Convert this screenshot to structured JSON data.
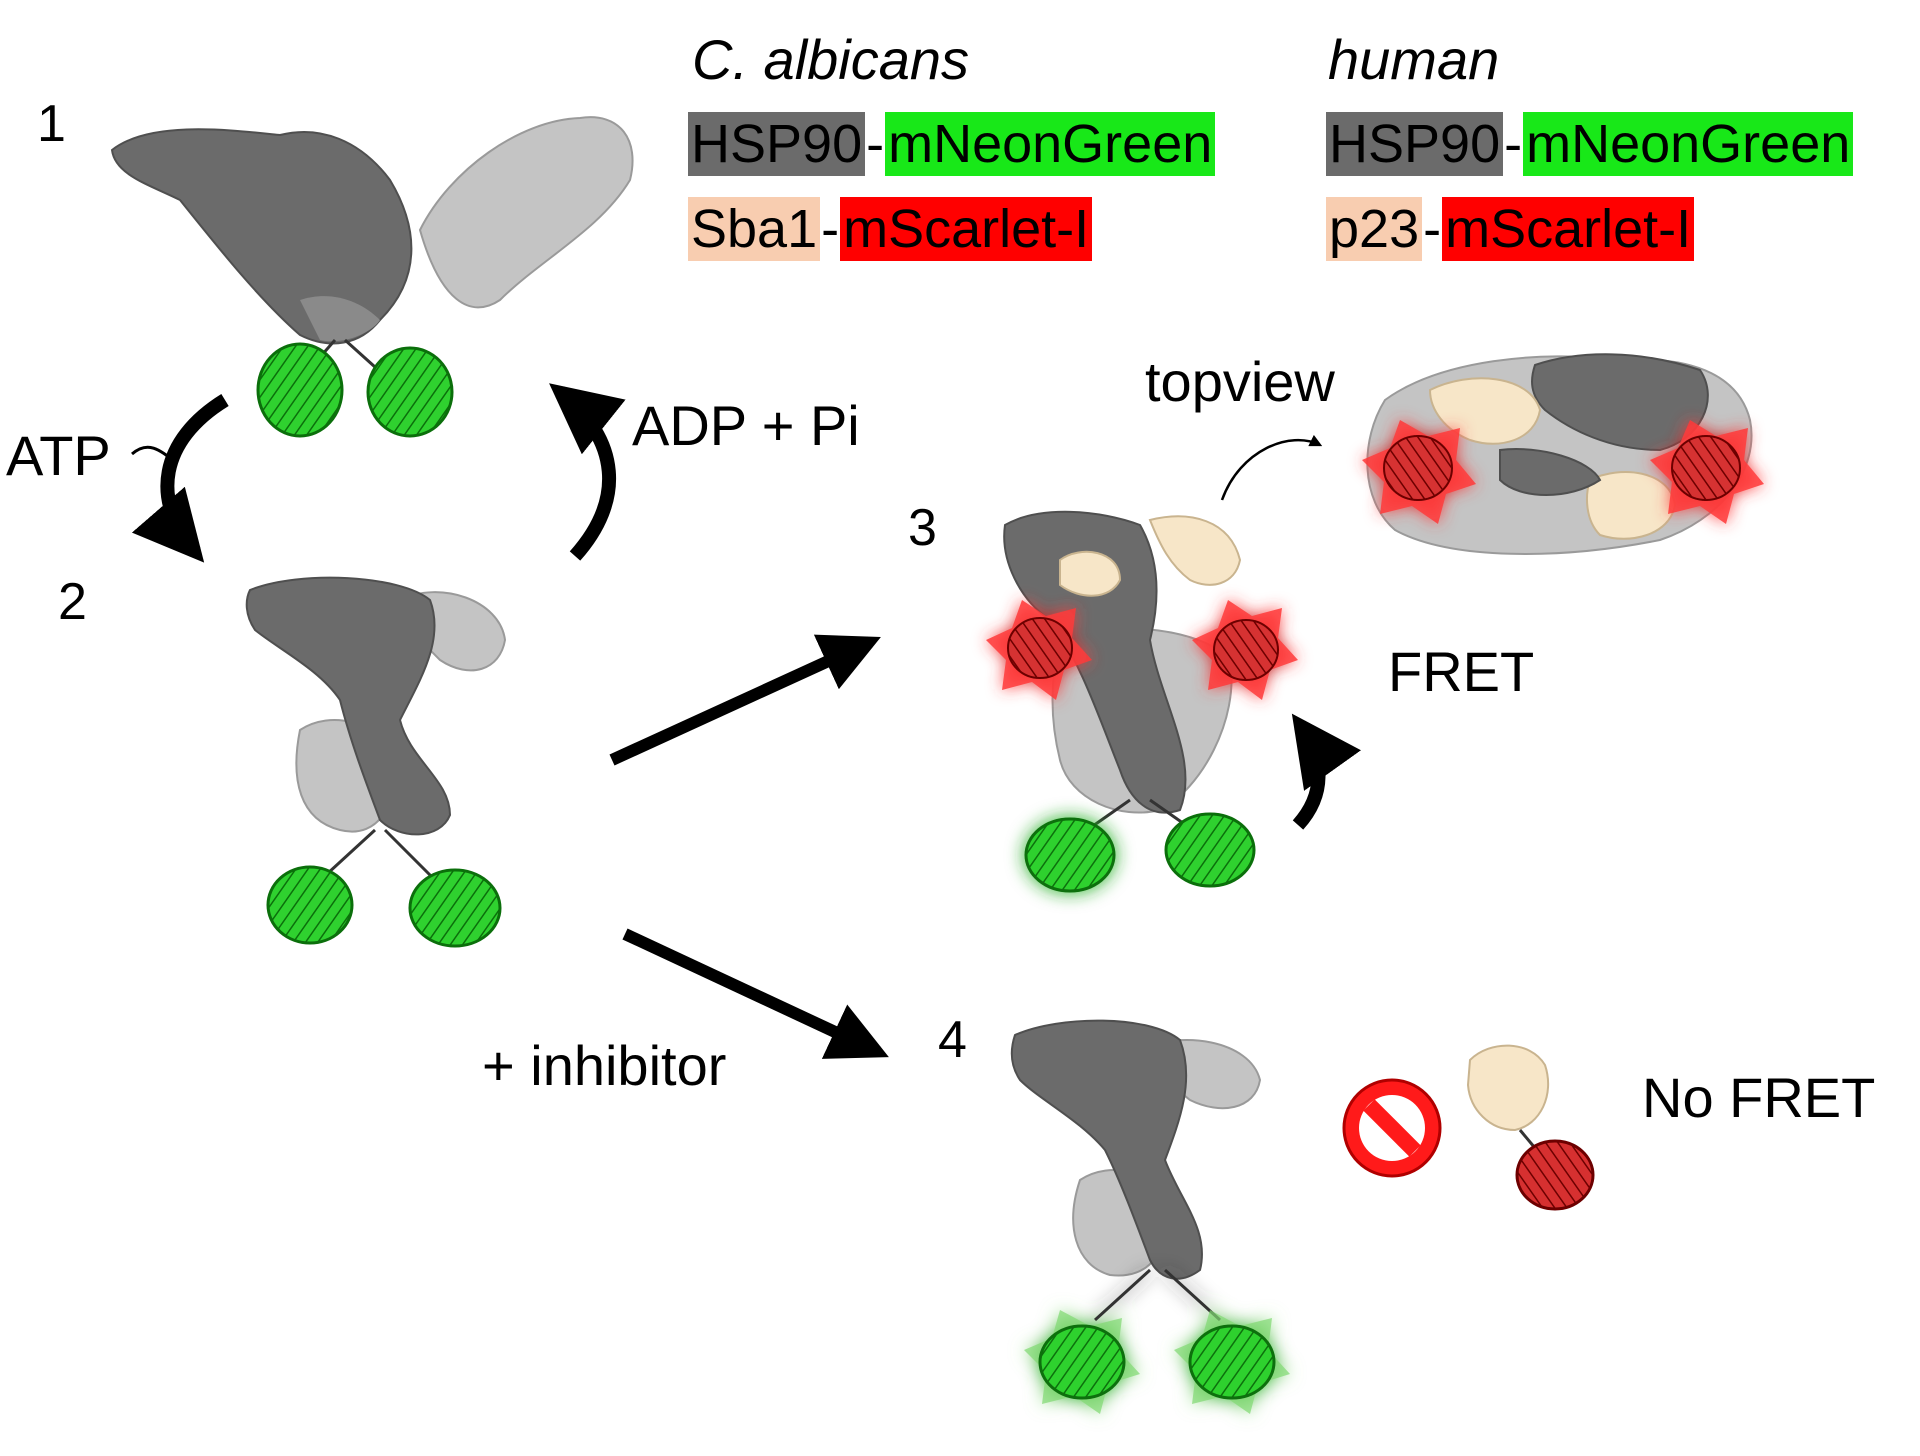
{
  "legend": {
    "candida": {
      "species": "C. albicans",
      "hsp90": "HSP90",
      "hsp90_tag": "mNeonGreen",
      "cochap": "Sba1",
      "cochap_tag": "mScarlet-I"
    },
    "human": {
      "species": "human",
      "hsp90": "HSP90",
      "hsp90_tag": "mNeonGreen",
      "cochap": "p23",
      "cochap_tag": "mScarlet-I"
    },
    "separator": "-"
  },
  "steps": {
    "s1": "1",
    "s2": "2",
    "s3": "3",
    "s4": "4"
  },
  "labels": {
    "atp": "ATP",
    "adp": "ADP + Pi",
    "topview": "topview",
    "fret": "FRET",
    "no_fret": "No FRET",
    "inhibitor": "+ inhibitor"
  },
  "colors": {
    "hsp90_dark": "#6b6b6b",
    "hsp90_light": "#c4c4c4",
    "neon_green": "#18e818",
    "scarlet_red": "#ff0000",
    "cochap_beige": "#f8cdb0",
    "p23_protein": "#f7e6c8"
  },
  "icons": {
    "no_symbol": "prohibited-icon"
  }
}
